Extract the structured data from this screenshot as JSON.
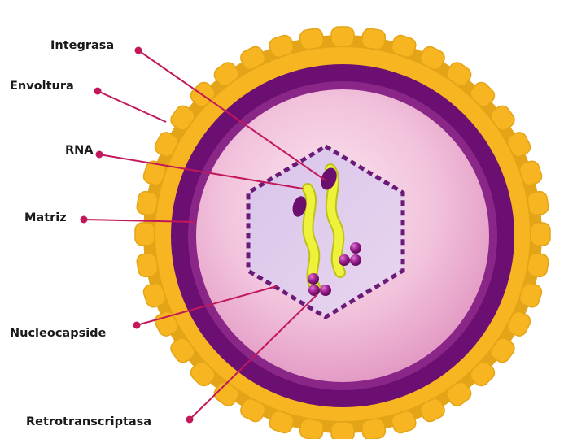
{
  "labels": {
    "integrasa": "Integrasa",
    "envoltura": "Envoltura",
    "rna": "RNA",
    "matriz": "Matriz",
    "nucleocapside": "Nucleocapside",
    "retrotranscriptasa": "Retrotranscriptasa"
  },
  "colors": {
    "envelope_yellow": "#F7B521",
    "envelope_shadow": "#D6940C",
    "matrix_purple": "#6B0F73",
    "inner_pink": "#F2C6DE",
    "capsid_dash": "#6A1B78",
    "rna_yellow": "#EEF23A",
    "enzyme_purple": "#8B1A7E",
    "leader_line": "#C2185B"
  }
}
